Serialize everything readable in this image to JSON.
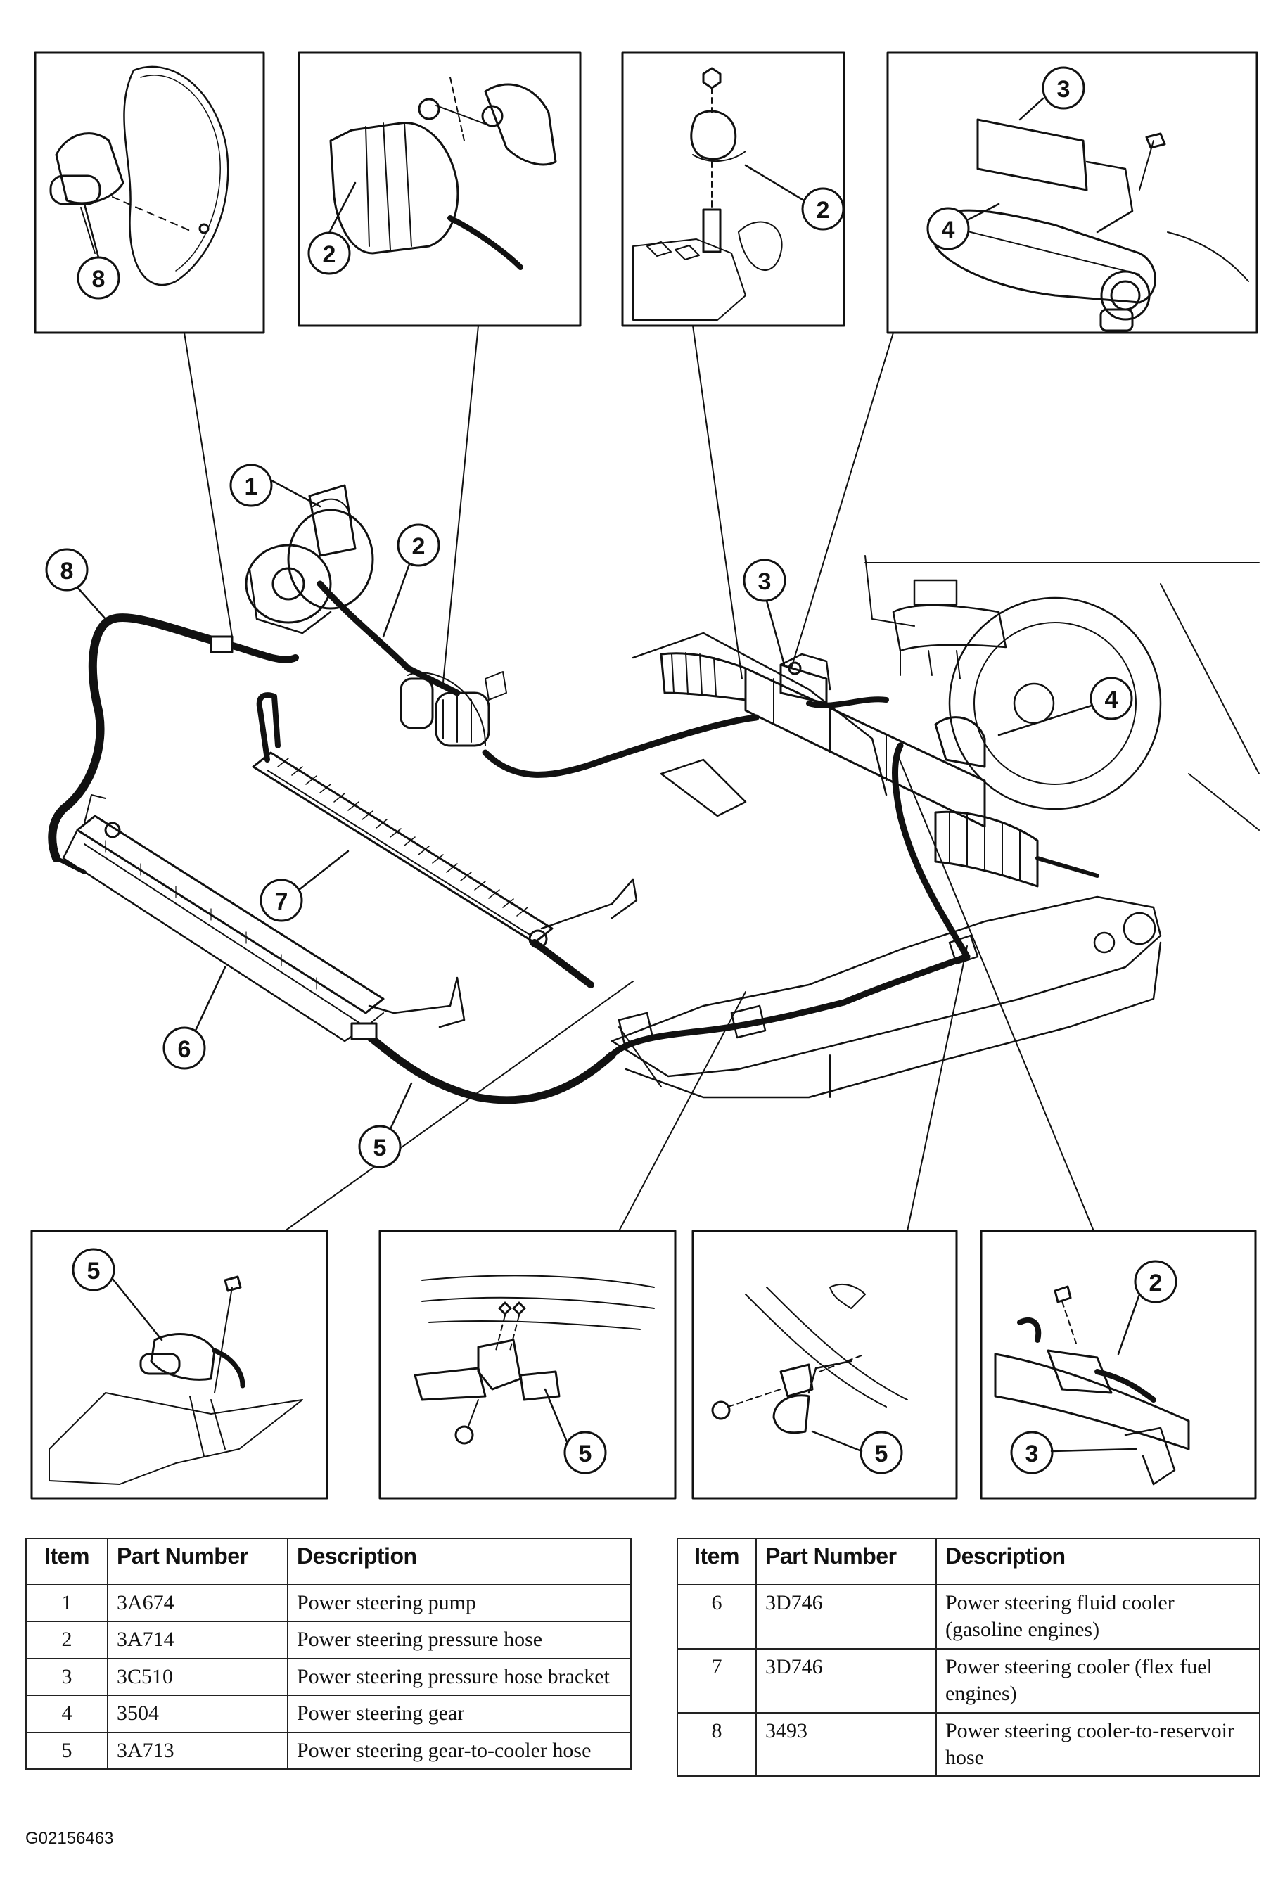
{
  "callouts": {
    "inset_tl": "8",
    "inset_tc": "2",
    "inset_tr1": "2",
    "inset_tr2_a": "3",
    "inset_tr2_b": "4",
    "main_1": "1",
    "main_2": "2",
    "main_8": "8",
    "main_3": "3",
    "main_4": "4",
    "main_7": "7",
    "main_6": "6",
    "main_5": "5",
    "inset_b1": "5",
    "inset_b2": "5",
    "inset_b3": "5",
    "inset_b4_a": "2",
    "inset_b4_b": "3"
  },
  "table": {
    "headers": {
      "item": "Item",
      "part_number": "Part Number",
      "description": "Description"
    },
    "left_rows": [
      {
        "item": "1",
        "part_number": "3A674",
        "description": "Power steering pump"
      },
      {
        "item": "2",
        "part_number": "3A714",
        "description": "Power steering pressure hose"
      },
      {
        "item": "3",
        "part_number": "3C510",
        "description": "Power steering pressure hose bracket"
      },
      {
        "item": "4",
        "part_number": "3504",
        "description": "Power steering gear"
      },
      {
        "item": "5",
        "part_number": "3A713",
        "description": "Power steering gear-to-cooler hose"
      }
    ],
    "right_rows": [
      {
        "item": "6",
        "part_number": "3D746",
        "description": "Power steering fluid cooler (gasoline engines)"
      },
      {
        "item": "7",
        "part_number": "3D746",
        "description": "Power steering cooler (flex fuel engines)"
      },
      {
        "item": "8",
        "part_number": "3493",
        "description": "Power steering cooler-to-reservoir hose"
      }
    ]
  },
  "figure_id": "G02156463"
}
